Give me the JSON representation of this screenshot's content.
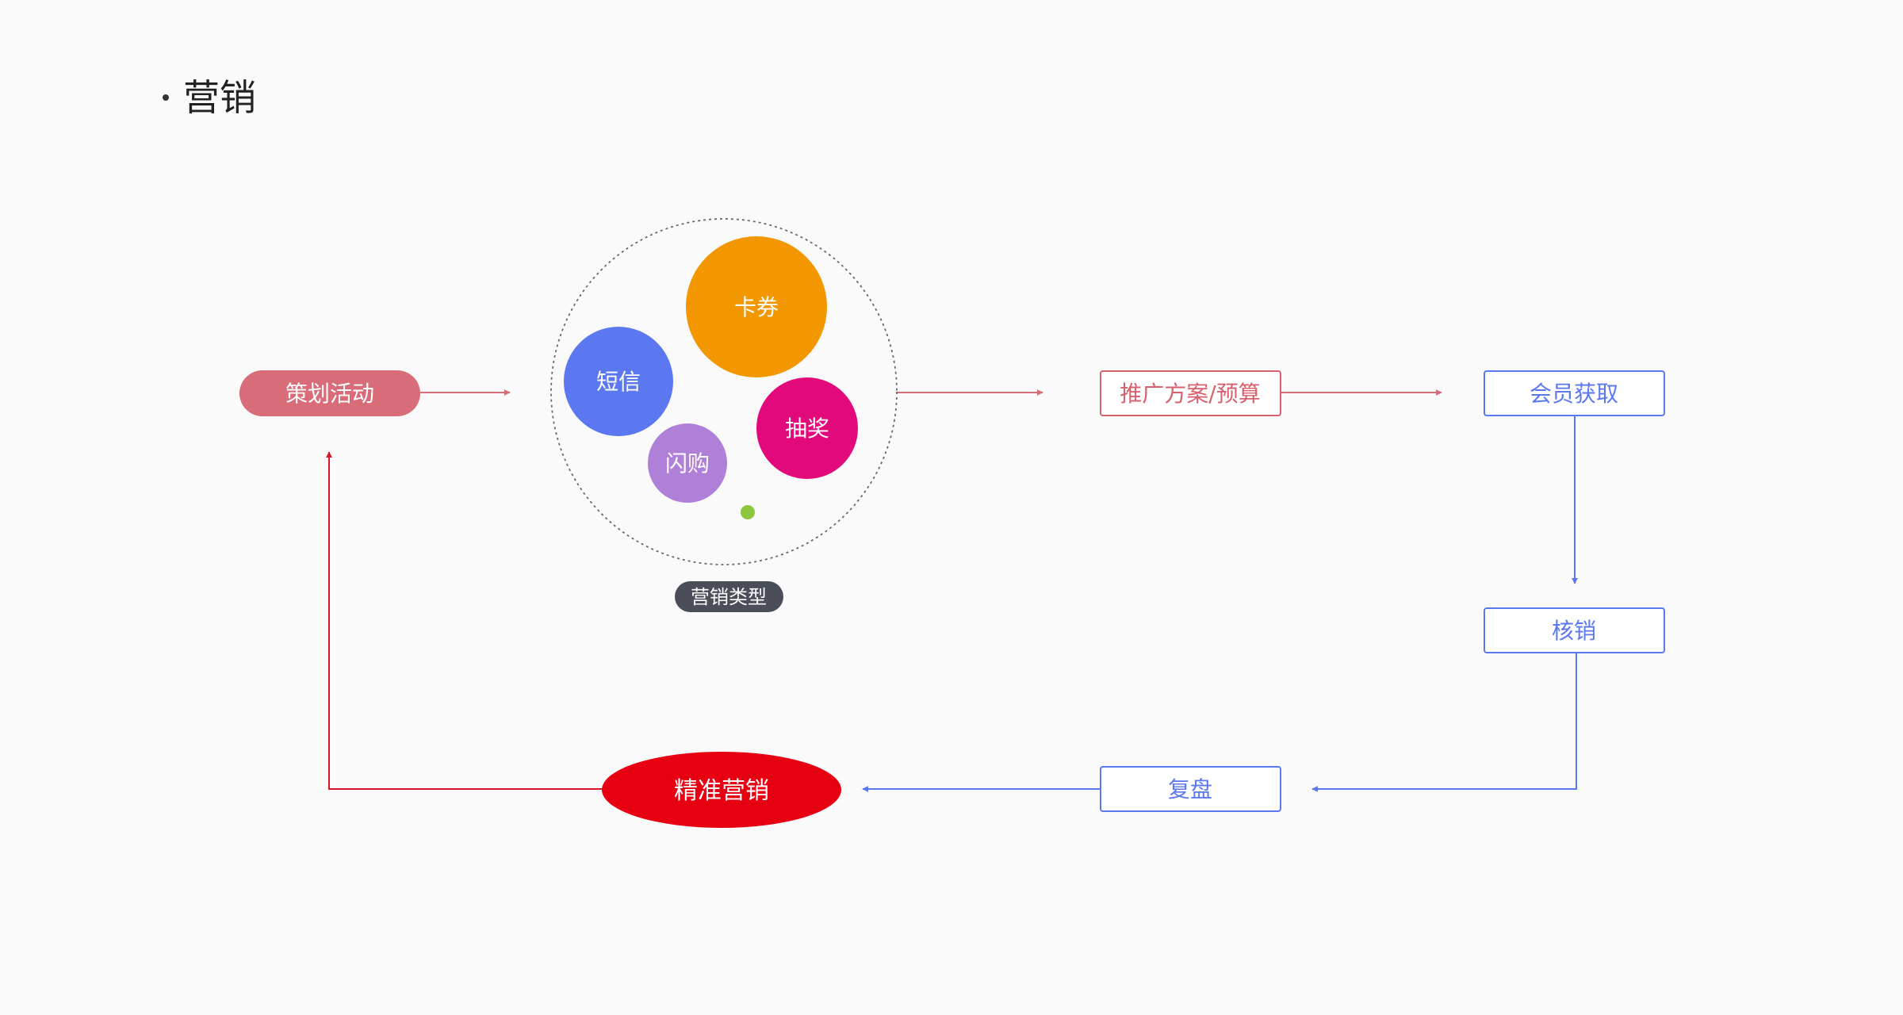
{
  "title": "营销",
  "nodes": {
    "plan": "策划活动",
    "types_label": "营销类型",
    "coupon": "卡券",
    "sms": "短信",
    "lottery": "抽奖",
    "flash": "闪购",
    "promo": "推广方案/预算",
    "member": "会员获取",
    "verify": "核销",
    "review": "复盘",
    "precise": "精准营销"
  },
  "colors": {
    "plan": "#d86c78",
    "coupon": "#f29700",
    "sms": "#5b78f0",
    "lottery": "#e2097a",
    "flash": "#b07fd8",
    "dot": "#8cc63e",
    "types_pill": "#4a4e59",
    "red_outline": "#d9616f",
    "blue_outline": "#5b78f0",
    "precise": "#e60012",
    "cycle_arrow": "#d61626"
  }
}
